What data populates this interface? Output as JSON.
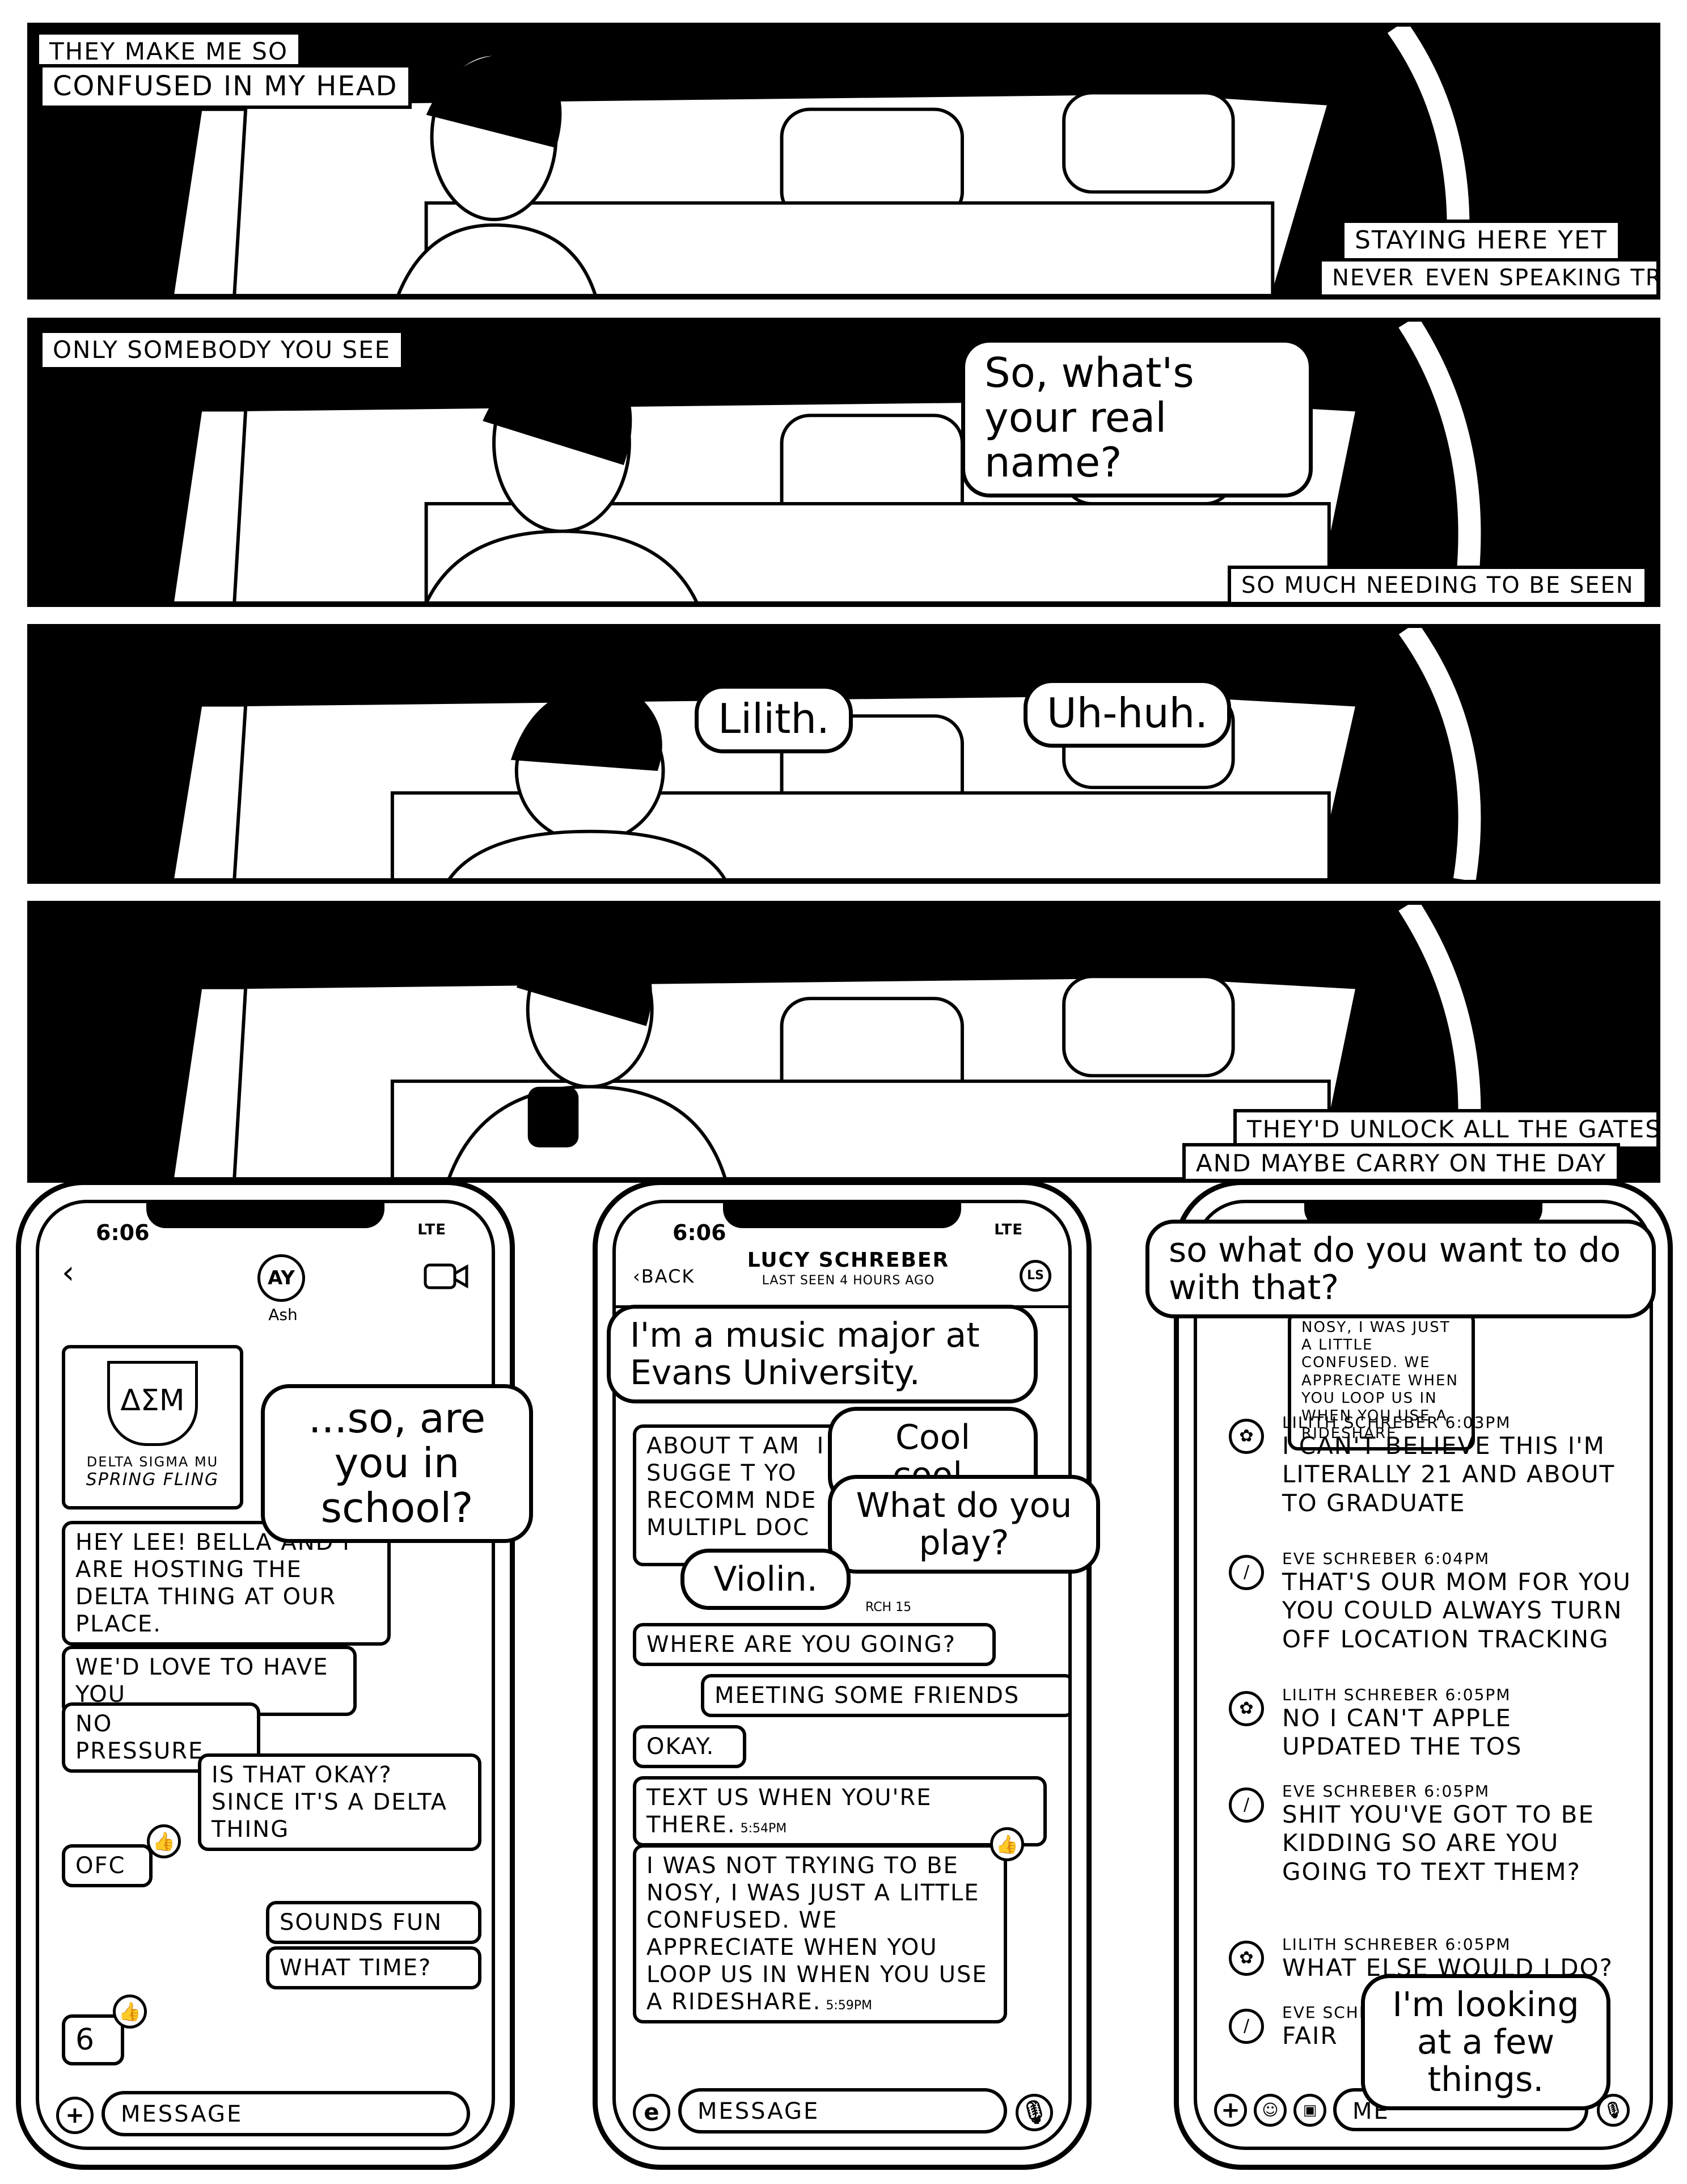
{
  "panels": [
    {
      "captions": [
        "THEY MAKE ME SO",
        "CONFUSED IN MY HEAD",
        "STAYING HERE YET",
        "NEVER",
        "EVEN SPEAKING TRUTH"
      ],
      "bubbles": []
    },
    {
      "captions": [
        "ONLY SOMEBODY YOU SEE",
        "SO MUCH NEEDING TO BE SEEN"
      ],
      "bubbles": [
        "So, what's your real name?"
      ]
    },
    {
      "captions": [],
      "bubbles": [
        "Lilith.",
        "Uh-huh."
      ]
    },
    {
      "captions": [
        "THEY'D UNLOCK ALL THE GATES",
        "AND MAYBE CARRY ON THE DAY"
      ],
      "bubbles": []
    }
  ],
  "phones": [
    {
      "status_time": "6:06",
      "status_network": "LTE",
      "contact_initials": "AY",
      "contact_name": "Ash",
      "flyer_title": "ΔΣM",
      "flyer_line1": "DELTA SIGMA MU",
      "flyer_line2": "SPRING FLING",
      "messages": [
        "HEY LEE! BELLA AND I ARE HOSTING THE DELTA THING AT OUR PLACE.",
        "WE'D LOVE TO HAVE YOU",
        "NO PRESSURE",
        "IS THAT OKAY? SINCE IT'S A DELTA THING",
        "OFC",
        "SOUNDS FUN",
        "WHAT TIME?",
        "6"
      ],
      "message_placeholder": "MESSAGE",
      "bubble": "...so, are you in school?"
    },
    {
      "status_time": "6:06",
      "status_network": "LTE",
      "back_label": "BACK",
      "contact_name": "LUCY SCHREBER",
      "last_seen": "LAST SEEN 4 HOURS AGO",
      "contact_initials": "LS",
      "partial_message": "ABOUT T AM  I SUGGE T YO  RECOMM NDE  MULTIPL DOC",
      "partial_stamp": "RCH 15",
      "messages": [
        "WHERE ARE YOU GOING?",
        "MEETING SOME FRIENDS",
        "OKAY.",
        "TEXT US WHEN YOU'RE THERE.",
        "I WAS NOT TRYING TO BE NOSY, I WAS JUST A LITTLE CONFUSED. WE APPRECIATE WHEN YOU LOOP US IN WHEN YOU USE A RIDESHARE."
      ],
      "stamps": [
        "5:54PM",
        "5:59PM"
      ],
      "message_placeholder": "MESSAGE",
      "bubbles": [
        "I'm a music major at Evans University.",
        "Cool cool.",
        "What do you play?",
        "Violin."
      ]
    },
    {
      "quoted_message": "NOSY, I WAS JUST A LITTLE CONFUSED. WE APPRECIATE WHEN YOU LOOP US IN WHEN YOU USE A RIDESHARE",
      "entries": [
        {
          "who": "LILITH SCHREBER 6:03PM",
          "text": "I CAN'T BELIEVE THIS I'M LITERALLY 21 AND ABOUT TO GRADUATE"
        },
        {
          "who": "EVE SCHREBER 6:04PM",
          "text": "THAT'S OUR MOM FOR YOU YOU COULD ALWAYS TURN OFF LOCATION TRACKING"
        },
        {
          "who": "LILITH SCHREBER 6:05PM",
          "text": "NO I CAN'T APPLE UPDATED THE TOS"
        },
        {
          "who": "EVE SCHREBER 6:05PM",
          "text": "SHIT YOU'VE GOT TO BE KIDDING SO ARE YOU GOING TO TEXT THEM?"
        },
        {
          "who": "LILITH SCHREBER 6:05PM",
          "text": "WHAT ELSE WOULD I DO?"
        },
        {
          "who": "EVE SCHREBE",
          "text": "FAIR"
        }
      ],
      "message_placeholder": "ME",
      "bubbles": [
        "so what do you want to do with that?",
        "I'm looking at a few things."
      ]
    }
  ]
}
